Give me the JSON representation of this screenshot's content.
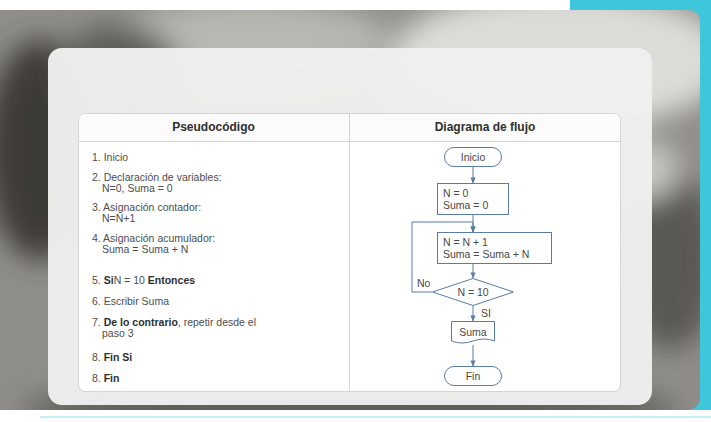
{
  "diagram": {
    "nodes": [
      {
        "text": [
          "Inicio"
        ]
      },
      {
        "text": [
          "N = 0",
          "Suma = 0"
        ]
      },
      {
        "text": [
          "N = N + 1",
          "Suma = Suma + N"
        ]
      },
      {
        "text": [
          "N = 10"
        ]
      },
      {
        "text": [
          "Suma"
        ]
      },
      {
        "text": [
          "Fin"
        ]
      }
    ],
    "edges": [
      {
        "from": 0,
        "to": 1,
        "arrow": "to"
      },
      {
        "from": 1,
        "to": 2,
        "arrow": "to"
      },
      {
        "from": 2,
        "to": 3,
        "arrow": "to"
      },
      {
        "from": 3,
        "to": 4,
        "label": "SI",
        "arrow": "to"
      },
      {
        "from": 3,
        "to": 2,
        "label": "No",
        "arrow": "to"
      },
      {
        "from": 4,
        "to": 5,
        "arrow": "to"
      }
    ],
    "labels": [
      "Pseudocódigo",
      "Diagrama de flujo",
      "1. Inicio",
      "2. Declaración de variables:",
      "N=0, Suma = 0",
      "3. Asignación contador:",
      "N=N+1",
      "4. Asignación acumulador:",
      "Suma = Suma + N",
      "5.",
      "Si",
      "N = 10",
      "Entonces",
      "6. Escribir Suma",
      "7.",
      "De lo contrario",
      ", repetir desde el",
      "paso 3",
      "8.",
      "Fin Si",
      "8.",
      "Fin"
    ]
  }
}
